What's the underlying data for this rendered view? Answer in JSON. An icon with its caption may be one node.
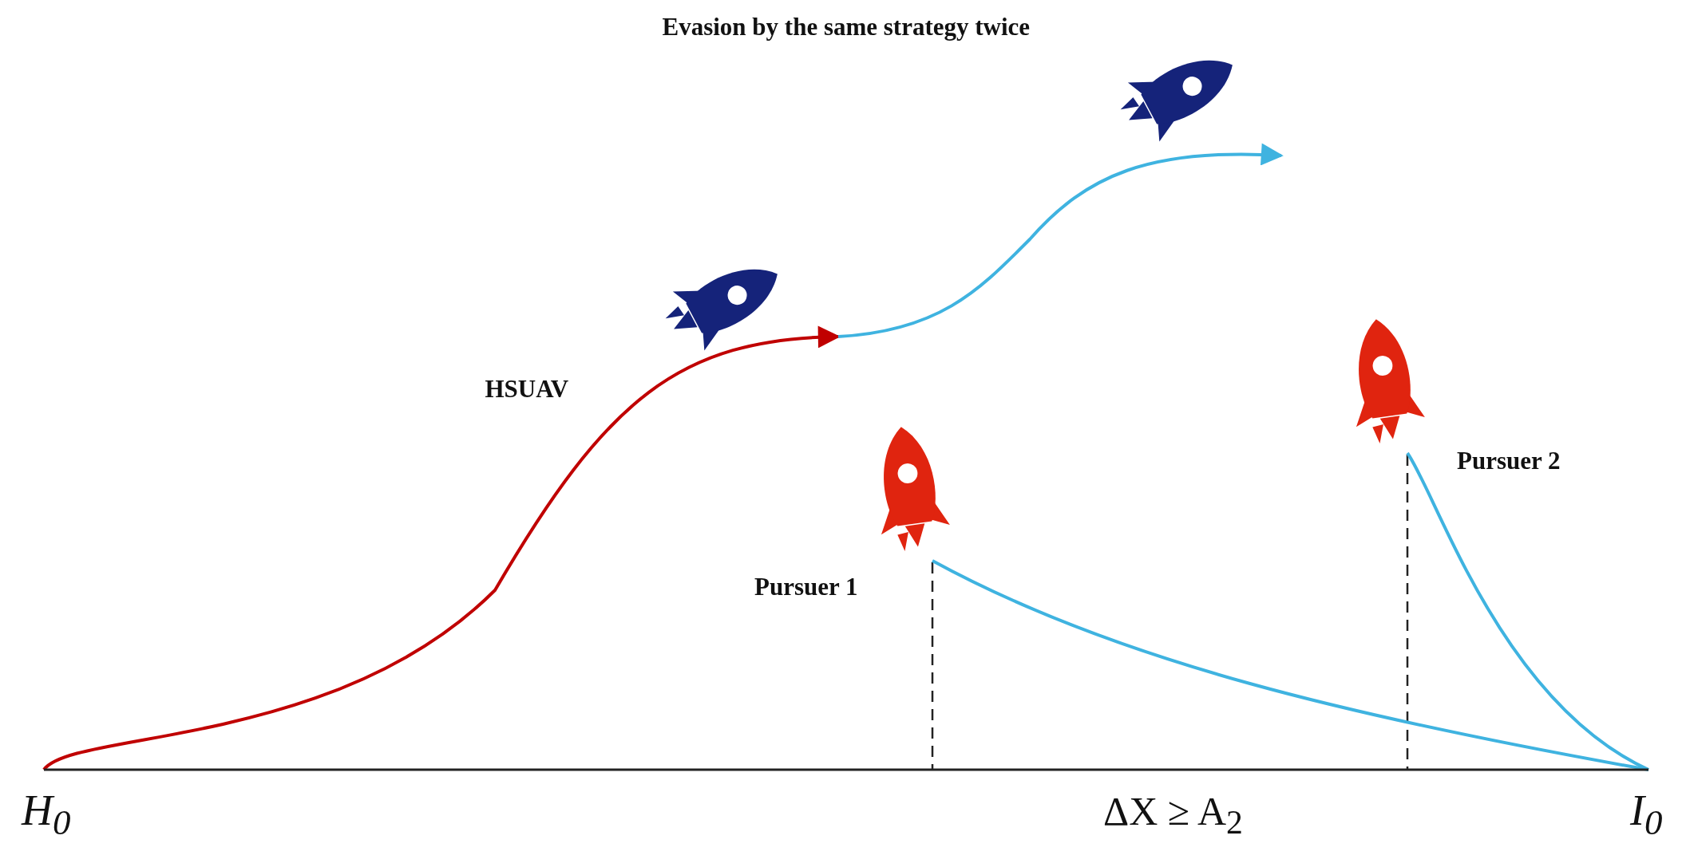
{
  "diagram": {
    "title": "Evasion by the same strategy twice",
    "nodes": [
      {
        "text": [],
        "shape": "rocket"
      },
      {
        "text": [],
        "shape": "rocket"
      },
      {
        "text": [],
        "shape": "rocket",
        "beside": [
          "Pursuer 2"
        ]
      },
      {
        "text": [],
        "shape": "rocket",
        "beside": [
          "Pursuer 1"
        ]
      },
      {
        "text": [
          "H$_{0}$"
        ]
      },
      {
        "text": [
          "I$_{0}$"
        ]
      }
    ],
    "edges": [
      {
        "from": 4,
        "to": 1,
        "arrow": "to",
        "color": "#c00000"
      },
      {
        "from": 1,
        "to": 0,
        "arrow": "to"
      },
      {
        "from": 5,
        "to": 3,
        "arrow": "none"
      },
      {
        "from": 5,
        "to": 2,
        "arrow": "none"
      },
      {
        "from": 4,
        "to": 5,
        "arrow": "none",
        "color": "#222222"
      }
    ],
    "labels": [
      "HSUAV",
      "ΔX ≥ A$_{2}$"
    ]
  }
}
